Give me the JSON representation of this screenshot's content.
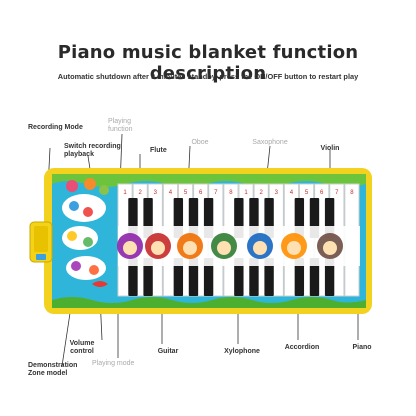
{
  "title": "Piano music blanket function description",
  "subtitle": "Automatic shutdown after 3 minutes standby, press the ON/OFF button to restart play",
  "callouts": {
    "recording_mode": "Recording Mode",
    "switch_recording_playback": "Switch recording playback",
    "playing_function": "Playing function",
    "flute": "Flute",
    "oboe": "Oboe",
    "saxophone": "Saxophone",
    "violin": "Violin",
    "volume_control": "Volume control",
    "demonstration_zone_model": "Demonstration Zone model",
    "playing_mode": "Playing mode",
    "guitar": "Guitar",
    "xylophone": "Xylophone",
    "accordion": "Accordion",
    "piano": "Piano"
  },
  "key_numbers": [
    "1",
    "2",
    "3",
    "4",
    "5",
    "6",
    "7",
    "8",
    "1",
    "2",
    "3",
    "4",
    "5",
    "6",
    "7",
    "8"
  ],
  "colors": {
    "mat_border": "#f2d21e",
    "mat_inner": "#2fb5d9",
    "grass_top": "#6cc43c",
    "grass_bottom": "#4caf2f",
    "speaker": "#f4d217",
    "key_white": "#ffffff",
    "key_black": "#1a1a1a"
  },
  "animal_icons": [
    "monkey-icon",
    "zebra-icon",
    "crocodile-icon",
    "elephant-icon",
    "lion-icon",
    "giraffe-icon",
    "bear-icon"
  ]
}
